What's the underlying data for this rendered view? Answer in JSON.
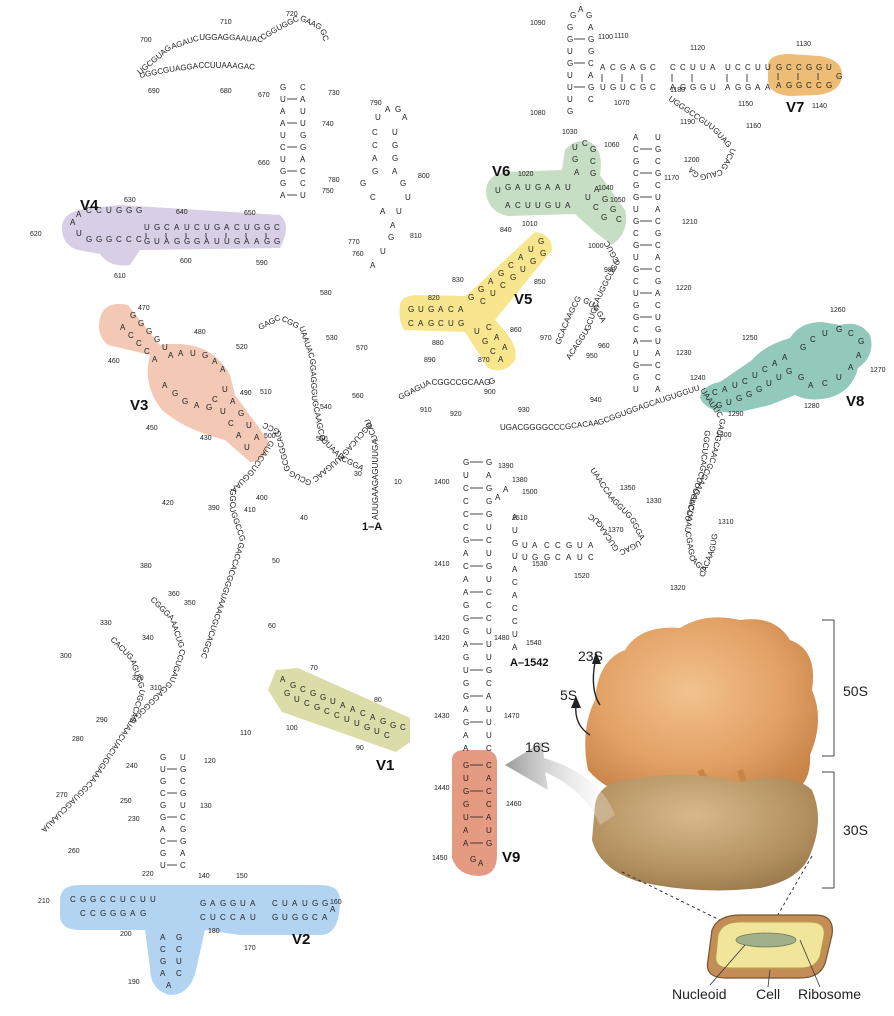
{
  "regions": [
    {
      "name": "V1",
      "color": "#d6d69a"
    },
    {
      "name": "V2",
      "color": "#a6cdee"
    },
    {
      "name": "V3",
      "color": "#f1c0a8"
    },
    {
      "name": "V4",
      "color": "#d1c6e2"
    },
    {
      "name": "V5",
      "color": "#f7e27a"
    },
    {
      "name": "V6",
      "color": "#bcd8b8"
    },
    {
      "name": "V7",
      "color": "#eab25e"
    },
    {
      "name": "V8",
      "color": "#7fbfae"
    },
    {
      "name": "V9",
      "color": "#df8a6c"
    }
  ],
  "position_numbers": [
    "10",
    "30",
    "40",
    "50",
    "60",
    "70",
    "80",
    "90",
    "100",
    "110",
    "120",
    "130",
    "140",
    "150",
    "160",
    "170",
    "180",
    "190",
    "200",
    "210",
    "220",
    "230",
    "240",
    "250",
    "260",
    "270",
    "280",
    "290",
    "300",
    "310",
    "320",
    "330",
    "340",
    "350",
    "360",
    "380",
    "390",
    "400",
    "410",
    "420",
    "430",
    "450",
    "460",
    "470",
    "480",
    "490",
    "500",
    "510",
    "520",
    "530",
    "540",
    "550",
    "560",
    "570",
    "580",
    "590",
    "600",
    "610",
    "620",
    "630",
    "640",
    "650",
    "660",
    "670",
    "680",
    "690",
    "700",
    "710",
    "720",
    "730",
    "740",
    "750",
    "760",
    "770",
    "780",
    "790",
    "800",
    "810",
    "820",
    "830",
    "840",
    "850",
    "860",
    "870",
    "880",
    "890",
    "900",
    "910",
    "920",
    "930",
    "940",
    "950",
    "960",
    "970",
    "980",
    "1000",
    "1010",
    "1020",
    "1030",
    "1040",
    "1050",
    "1060",
    "1070",
    "1080",
    "1090",
    "1100",
    "1110",
    "1120",
    "1130",
    "1140",
    "1150",
    "1160",
    "1170",
    "1180",
    "1190",
    "1200",
    "1210",
    "1220",
    "1230",
    "1240",
    "1250",
    "1260",
    "1270",
    "1280",
    "1290",
    "1300",
    "1310",
    "1320",
    "1330",
    "1350",
    "1370",
    "1380",
    "1390",
    "1400",
    "1410",
    "1420",
    "1430",
    "1440",
    "1450",
    "1460",
    "1470",
    "1480",
    "1500",
    "1510",
    "1520",
    "1530",
    "1540"
  ],
  "ends": {
    "start": "1–A",
    "end": "A–1542"
  },
  "ribosome": {
    "labels": [
      "23S",
      "5S",
      "16S"
    ],
    "subunits": [
      "50S",
      "30S"
    ],
    "cell_labels": [
      "Nucleoid",
      "Cell",
      "Ribosome"
    ]
  }
}
